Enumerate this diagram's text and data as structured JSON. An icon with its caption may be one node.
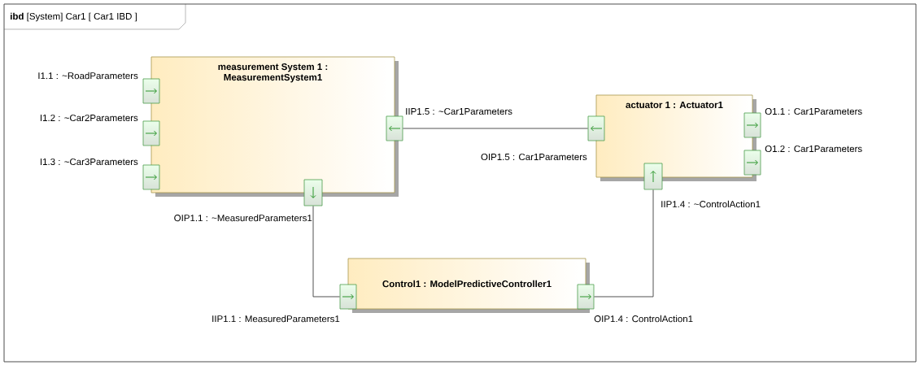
{
  "diagram": {
    "title": "**ibd** [System] Car1 [ Car1 IBD ]",
    "nodes": [
      {
        "text": [
          "measurement System 1 : MeasurementSystem1"
        ]
      },
      {
        "text": [
          "actuator 1 : Actuator1"
        ]
      },
      {
        "text": [
          "Control1 : ModelPredictiveController1"
        ]
      },
      {
        "text": [],
        "shape": "box",
        "beside": [
          "I1.1 : ~RoadParameters"
        ]
      },
      {
        "text": [],
        "shape": "box",
        "beside": [
          "I1.2 : ~Car2Parameters"
        ]
      },
      {
        "text": [],
        "shape": "box",
        "beside": [
          "I1.3 : ~Car3Parameters"
        ]
      },
      {
        "text": [],
        "shape": "box",
        "beside": [
          "IIP1.5 : ~Car1Parameters"
        ]
      },
      {
        "text": [],
        "shape": "box",
        "beside": [
          "OIP1.1 : ~MeasuredParameters1"
        ]
      },
      {
        "text": [],
        "shape": "box",
        "beside": [
          "OIP1.5 : Car1Parameters"
        ]
      },
      {
        "text": [],
        "shape": "box",
        "beside": [
          "O1.1 : Car1Parameters"
        ]
      },
      {
        "text": [],
        "shape": "box",
        "beside": [
          "O1.2 : Car1Parameters"
        ]
      },
      {
        "text": [],
        "shape": "box",
        "beside": [
          "IIP1.4 : ~ControlAction1"
        ]
      },
      {
        "text": [],
        "shape": "box",
        "beside": [
          "IIP1.1 : MeasuredParameters1"
        ]
      },
      {
        "text": [],
        "shape": "box",
        "beside": [
          "OIP1.4 : ControlAction1"
        ]
      }
    ],
    "edges": [
      {
        "from": 6,
        "to": 8,
        "arrow": "none"
      },
      {
        "from": 7,
        "to": 12,
        "arrow": "none"
      },
      {
        "from": 13,
        "to": 11,
        "arrow": "none"
      }
    ]
  }
}
